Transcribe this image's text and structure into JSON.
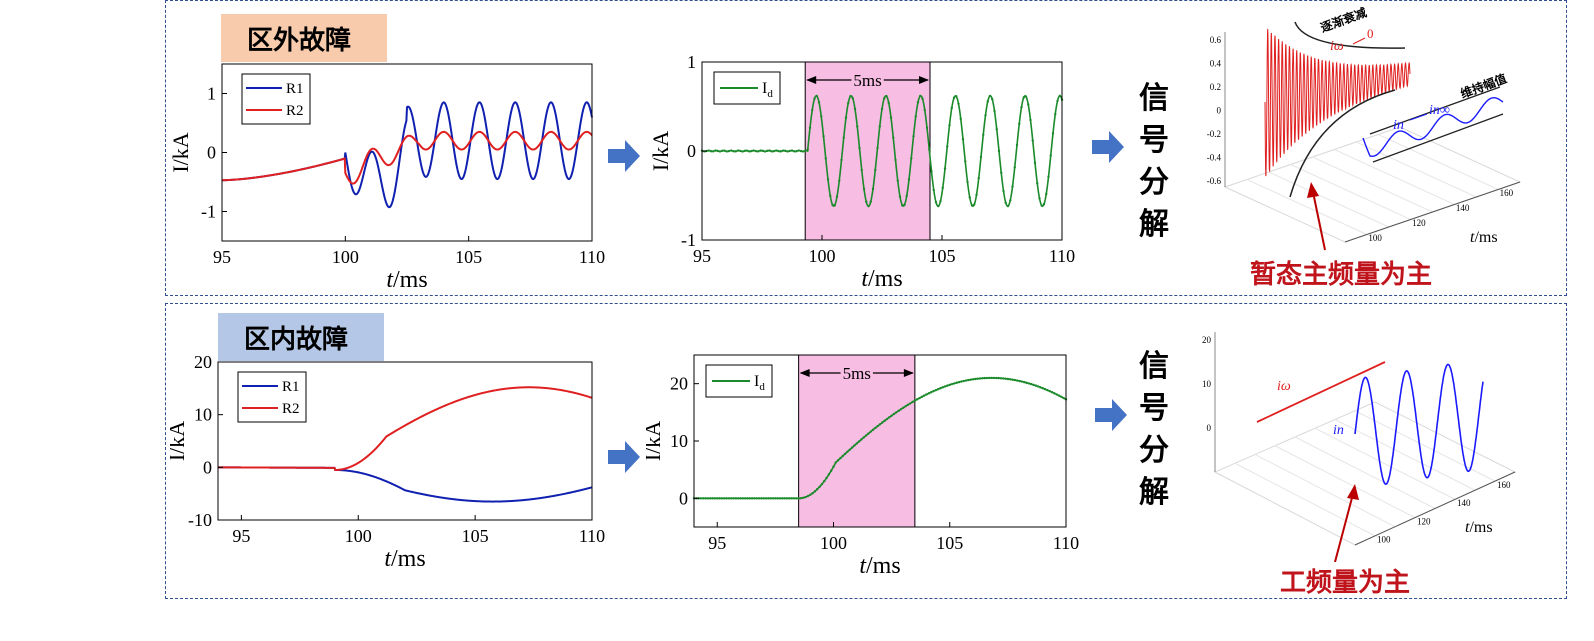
{
  "colors": {
    "panel_border": "#2f4f8f",
    "r1": "#1020b0",
    "r2": "#e02020",
    "id": "#1a8a2a",
    "highlight": "#f7bde3",
    "arrow": "#4472c4",
    "caption": "#c0141c",
    "tag_top": "#f8cbad",
    "tag_bottom": "#b4c7e7"
  },
  "rows": [
    {
      "tag": "区外故障",
      "decompose_label": [
        "信",
        "号",
        "分",
        "解"
      ],
      "caption": "暂态主频量为主",
      "waveform_chart": {
        "type": "line",
        "xlabel_italic": "t",
        "xlabel_rest": "/ms",
        "ylabel": "I/kA",
        "xlim": [
          95,
          110
        ],
        "ylim": [
          -1.5,
          1.5
        ],
        "xticks": [
          95,
          100,
          105,
          110
        ],
        "yticks": [
          -1,
          0,
          1
        ],
        "legend": [
          {
            "name": "R1"
          },
          {
            "name": "R2"
          }
        ],
        "series": [
          {
            "name": "R1",
            "kind": "ext_r1"
          },
          {
            "name": "R2",
            "kind": "ext_r2"
          }
        ]
      },
      "diff_chart": {
        "type": "line",
        "xlabel_italic": "t",
        "xlabel_rest": "/ms",
        "ylabel": "I/kA",
        "xlim": [
          95,
          110
        ],
        "ylim": [
          -1,
          1
        ],
        "xticks": [
          95,
          100,
          105,
          110
        ],
        "yticks": [
          -1,
          0,
          1
        ],
        "legend_main": "I",
        "legend_sub": "d",
        "window": {
          "x0": 99.3,
          "x1": 104.5,
          "label": "5ms"
        },
        "series": [
          {
            "name": "Id",
            "kind": "ext_id"
          }
        ]
      },
      "decomp_3d": {
        "z_ticks": [
          "0.6",
          "0.4",
          "0.2",
          "0",
          "-0.2",
          "-0.4",
          "-0.6"
        ],
        "t_ticks": [
          "100",
          "120",
          "140",
          "160"
        ],
        "t_label_italic": "t",
        "t_label_rest": "/ms",
        "ann_decay": "逐渐衰减",
        "ann_i_omega": "iω",
        "ann_arrow0": "0",
        "ann_maintain": "维持幅值",
        "ann_in": "in",
        "ann_in_inf": "in∞"
      }
    },
    {
      "tag": "区内故障",
      "decompose_label": [
        "信",
        "号",
        "分",
        "解"
      ],
      "caption": "工频量为主",
      "waveform_chart": {
        "type": "line",
        "xlabel_italic": "t",
        "xlabel_rest": "/ms",
        "ylabel": "I/kA",
        "xlim": [
          94,
          110
        ],
        "ylim": [
          -10,
          20
        ],
        "xticks": [
          95,
          100,
          105,
          110
        ],
        "yticks": [
          -10,
          0,
          10,
          20
        ],
        "legend": [
          {
            "name": "R1"
          },
          {
            "name": "R2"
          }
        ],
        "series": [
          {
            "name": "R1",
            "kind": "int_r1"
          },
          {
            "name": "R2",
            "kind": "int_r2"
          }
        ]
      },
      "diff_chart": {
        "type": "line",
        "xlabel_italic": "t",
        "xlabel_rest": "/ms",
        "ylabel": "I/kA",
        "xlim": [
          94,
          110
        ],
        "ylim": [
          -5,
          25
        ],
        "xticks": [
          95,
          100,
          105,
          110
        ],
        "yticks": [
          0,
          10,
          20
        ],
        "legend_main": "I",
        "legend_sub": "d",
        "window": {
          "x0": 98.5,
          "x1": 103.5,
          "label": "5ms"
        },
        "series": [
          {
            "name": "Id",
            "kind": "int_id"
          }
        ]
      },
      "decomp_3d": {
        "z_ticks": [
          "20",
          "10",
          "0"
        ],
        "t_ticks": [
          "100",
          "120",
          "140",
          "160"
        ],
        "t_label_italic": "t",
        "t_label_rest": "/ms",
        "ann_i_omega": "iω",
        "ann_in": "in"
      }
    }
  ]
}
